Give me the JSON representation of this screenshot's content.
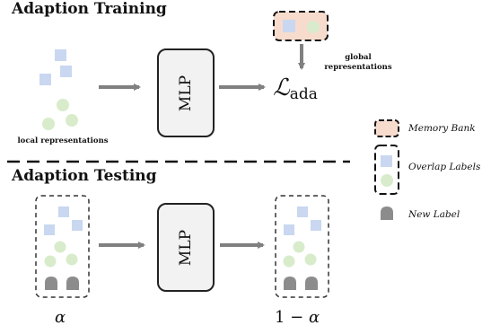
{
  "training": {
    "title": "Adaption Training",
    "local_label": "local representations",
    "mlp_label": "MLP",
    "loss_symbol": "ℒ",
    "loss_subscript": "ada",
    "global_label_line1": "global",
    "global_label_line2": "representations"
  },
  "testing": {
    "title": "Adaption Testing",
    "mlp_label": "MLP",
    "alpha_left": "α",
    "alpha_right_prefix": "1 − ",
    "alpha_right_var": "α"
  },
  "legend": {
    "memory_bank": "Memory Bank",
    "overlap_labels": "Overlap Labels",
    "new_label": "New Label"
  },
  "colors": {
    "square_blue": "#c9d7f0",
    "circle_green": "#d8eccb",
    "memory_bank_fill": "#f7dccd",
    "house_gray": "#8c8c8c",
    "arrow_gray": "#808080",
    "mlp_fill": "#f2f2f2"
  },
  "icons": [
    "square-icon",
    "circle-icon",
    "house-icon",
    "arrow-right-icon",
    "arrow-down-icon",
    "dashed-box-icon"
  ]
}
